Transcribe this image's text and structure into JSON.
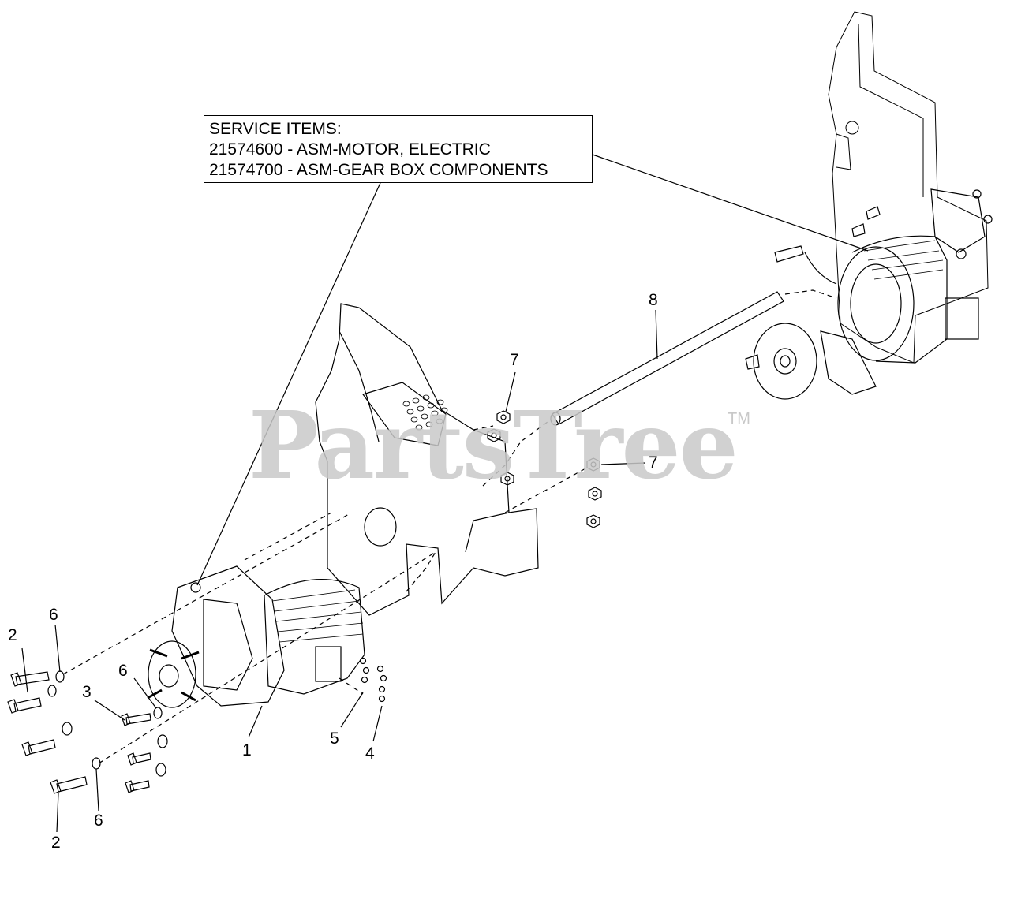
{
  "service_items": {
    "heading": "SERVICE ITEMS:",
    "line1": "21574600 - ASM-MOTOR, ELECTRIC",
    "line2": "21574700 - ASM-GEAR BOX COMPONENTS"
  },
  "watermark": {
    "text": "PartsTree",
    "tm": "TM"
  },
  "callouts": {
    "c1": "1",
    "c2a": "2",
    "c2b": "2",
    "c3": "3",
    "c4": "4",
    "c5": "5",
    "c6a": "6",
    "c6b": "6",
    "c6c": "6",
    "c7a": "7",
    "c7b": "7",
    "c8": "8"
  },
  "colors": {
    "line": "#000000",
    "watermark": "#c9c9c9"
  }
}
